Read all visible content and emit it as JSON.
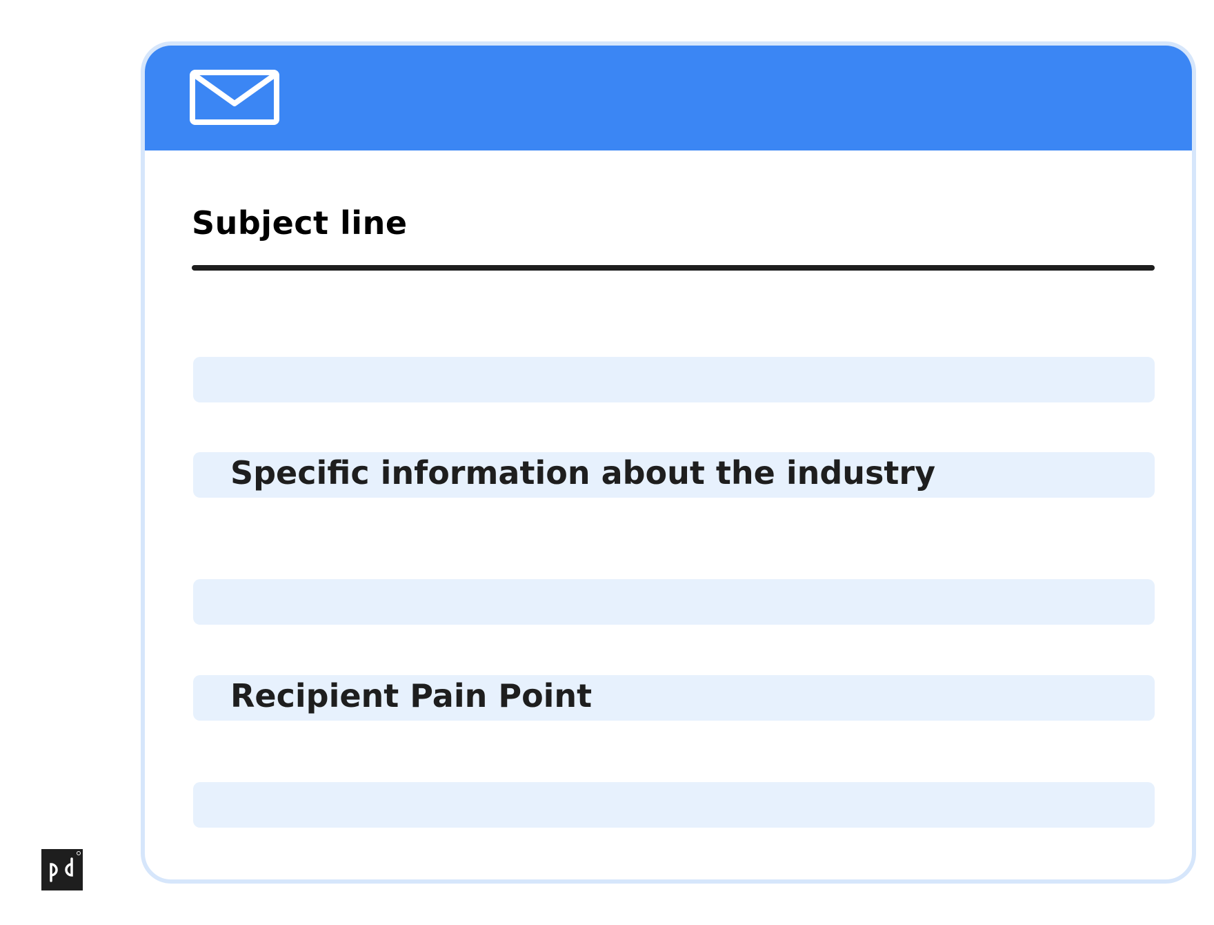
{
  "email_card": {
    "subject_label": "Subject line",
    "lines": [
      {
        "text": ""
      },
      {
        "text": "Specific information about the industry"
      },
      {
        "text": ""
      },
      {
        "text": "Recipient Pain Point"
      },
      {
        "text": ""
      }
    ],
    "icon": "envelope-icon"
  },
  "logo": {
    "name": "pd-logo"
  },
  "colors": {
    "header": "#3b86f4",
    "border": "#d6e6fb",
    "line_fill": "#e7f1fd",
    "text": "#1e1e1e"
  }
}
